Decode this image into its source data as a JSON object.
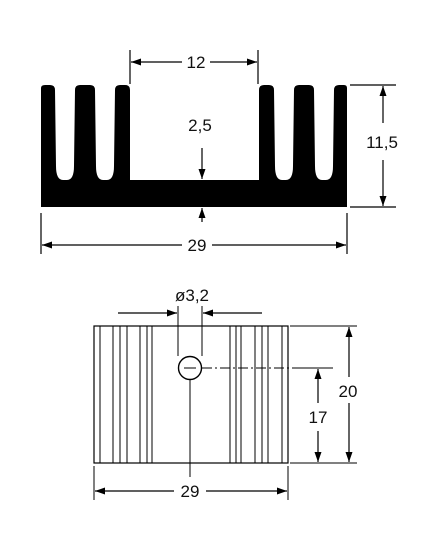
{
  "front_view": {
    "top_width_label": "12",
    "base_thickness_label": "2,5",
    "height_label": "11,5",
    "total_width_label": "29"
  },
  "top_view": {
    "hole_diameter_label": "ø3,2",
    "hole_position_label": "17",
    "depth_label": "20",
    "width_label": "29"
  },
  "colors": {
    "ink": "#000000",
    "paper": "#ffffff"
  }
}
